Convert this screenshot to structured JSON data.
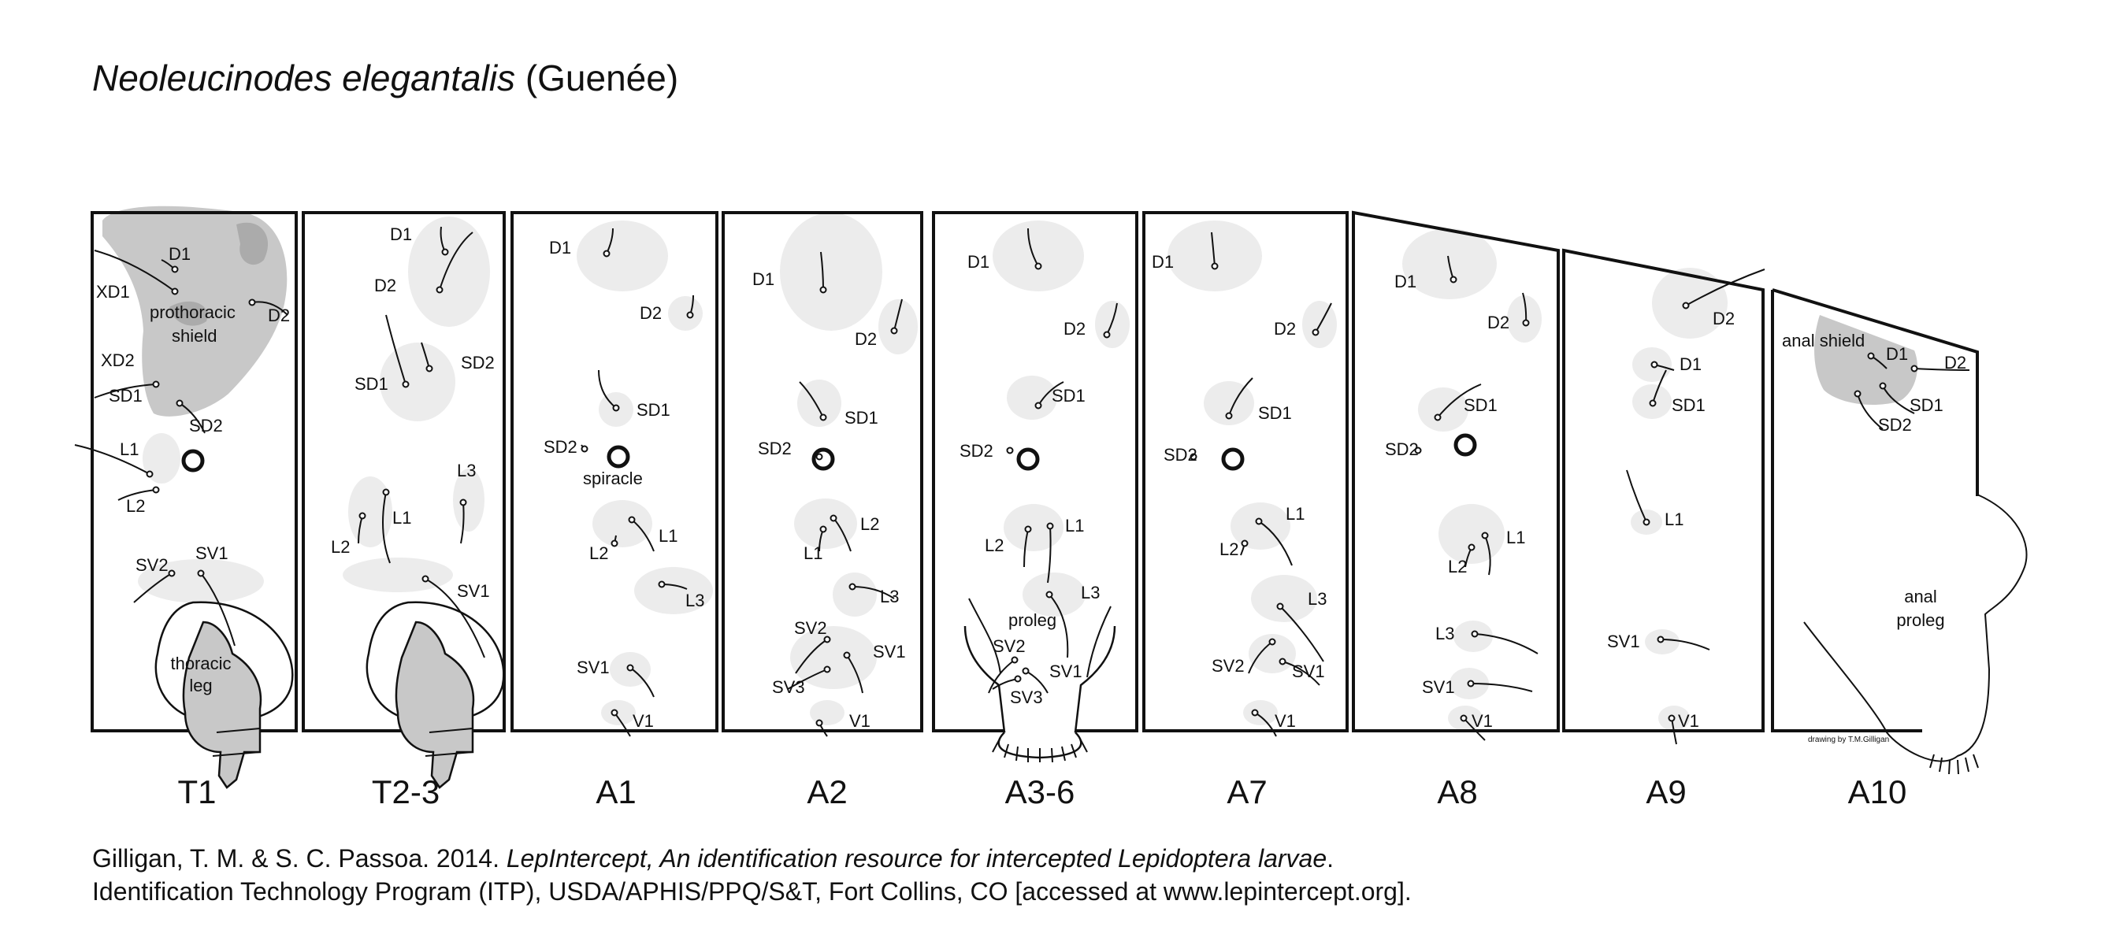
{
  "title": {
    "species": "Neoleucinodes elegantalis",
    "author": "(Guenée)"
  },
  "colors": {
    "pinaculum": "#ececec",
    "shield": "#c8c8c8",
    "shield_dark": "#ababab",
    "outline": "#111111"
  },
  "segments": [
    {
      "name": "T1",
      "labels": [
        "D1",
        "XD1",
        "prothoracic",
        "shield",
        "D2",
        "XD2",
        "SD1",
        "SD2",
        "L1",
        "L2",
        "SV1",
        "SV2",
        "thoracic",
        "leg"
      ]
    },
    {
      "name": "T2-3",
      "labels": [
        "D1",
        "D2",
        "SD1",
        "SD2",
        "L3",
        "L1",
        "L2",
        "SV1"
      ]
    },
    {
      "name": "A1",
      "labels": [
        "D1",
        "D2",
        "SD1",
        "SD2",
        "spiracle",
        "L1",
        "L2",
        "L3",
        "SV1",
        "V1"
      ]
    },
    {
      "name": "A2",
      "labels": [
        "D1",
        "D2",
        "SD1",
        "SD2",
        "L2",
        "L1",
        "L3",
        "SV2",
        "SV1",
        "SV3",
        "V1"
      ]
    },
    {
      "name": "A3-6",
      "labels": [
        "D1",
        "D2",
        "SD1",
        "SD2",
        "L1",
        "L2",
        "L3",
        "proleg",
        "SV2",
        "SV1",
        "SV3"
      ]
    },
    {
      "name": "A7",
      "labels": [
        "D1",
        "D2",
        "SD1",
        "SD2",
        "L1",
        "L2",
        "L3",
        "SV2",
        "SV1",
        "V1"
      ]
    },
    {
      "name": "A8",
      "labels": [
        "D1",
        "D2",
        "SD1",
        "SD2",
        "L1",
        "L2",
        "L3",
        "SV1",
        "V1"
      ]
    },
    {
      "name": "A9",
      "labels": [
        "D2",
        "D1",
        "SD1",
        "L1",
        "SV1",
        "V1"
      ]
    },
    {
      "name": "A10",
      "labels": [
        "anal shield",
        "D1",
        "D2",
        "SD1",
        "SD2",
        "anal",
        "proleg"
      ]
    }
  ],
  "credit": "drawing by T.M.Gilligan",
  "citation": {
    "line1_a": "Gilligan, T. M. & S. C. Passoa. 2014. ",
    "line1_b": "LepIntercept, An identification resource for intercepted Lepidoptera larvae",
    "line1_c": ".",
    "line2": "Identification Technology Program (ITP), USDA/APHIS/PPQ/S&T, Fort Collins, CO [accessed at www.lepintercept.org]."
  }
}
